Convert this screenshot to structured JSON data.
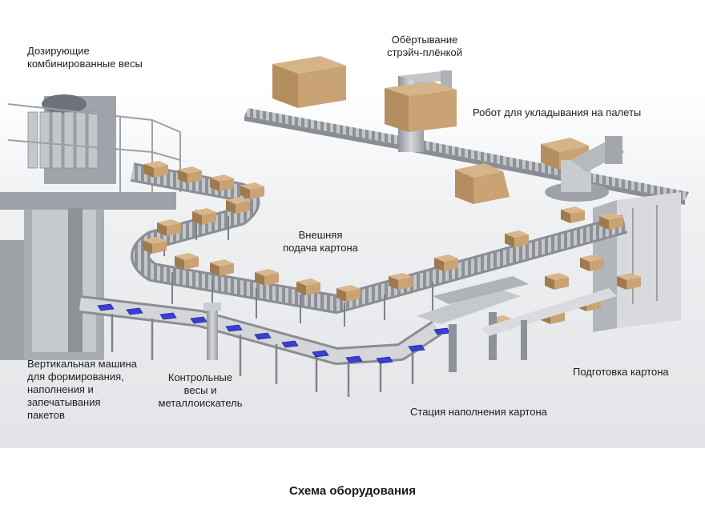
{
  "labels": {
    "weigher": "Дозирующие\nкомбинированные весы",
    "stretch_wrap": "Обёртывание\nстрэйч-плёнкой",
    "robot": "Робот для укладывания на палеты",
    "external_feed": "Внешняя\nподача картона",
    "vffs": "Вертикальная машина\nдля формирования,\nнаполнения и\nзапечатывания\nпакетов",
    "checkweigher": "Контрольные\nвесы и\nметаллоискатель",
    "carton_prep": "Подготовка картона",
    "carton_fill": "Стация наполнения картона"
  },
  "caption": "Схема оборудования",
  "colors": {
    "box": "#c9a373",
    "box_dark": "#9e7a4e",
    "bag": "#3b3fd6",
    "steel": "#b9bcc1",
    "steel_dark": "#7d8188",
    "floor": "#e9eaec"
  }
}
